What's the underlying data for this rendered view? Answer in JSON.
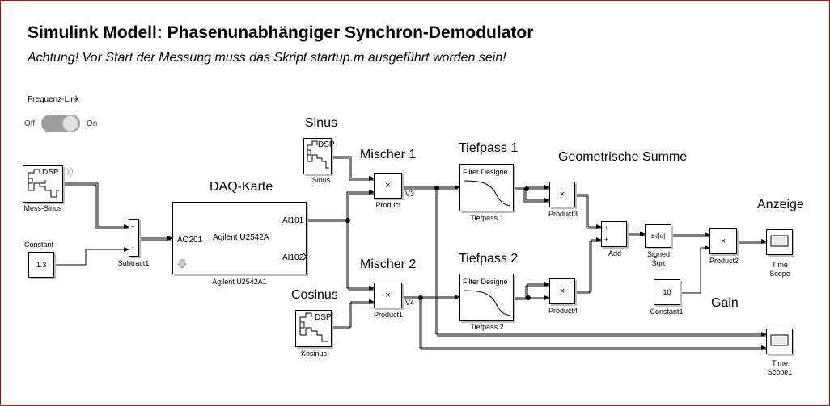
{
  "header": {
    "title": "Simulink Modell: Phasenunabhängiger Synchron-Demodulator",
    "subtitle": "Achtung! Vor Start der Messung muss das Skript startup.m ausgeführt worden sein!"
  },
  "switch": {
    "label": "Frequenz-Link",
    "off": "Off",
    "on": "On"
  },
  "annotations": {
    "sinus": "Sinus",
    "cosinus": "Cosinus",
    "daq": "DAQ-Karte",
    "mischer1": "Mischer 1",
    "mischer2": "Mischer 2",
    "tiefpass1": "Tiefpass 1",
    "tiefpass2": "Tiefpass 2",
    "geo": "Geometrische Summe",
    "anzeige": "Anzeige",
    "gain": "Gain"
  },
  "blocks": {
    "mess_sinus": {
      "name": "Mess-Sinus",
      "icon": "DSP"
    },
    "sinus": {
      "name": "Sinus",
      "icon": "DSP"
    },
    "kosinus": {
      "name": "Kosinus",
      "icon": "DSP"
    },
    "constant": {
      "label": "Constant",
      "value": "1.3"
    },
    "subtract": {
      "name": "Subtract1",
      "signs": [
        "+",
        "-"
      ]
    },
    "daq": {
      "name": "Agilent U2542A1",
      "inner": "Agilent U2542A",
      "in_port": "AO201",
      "out1": "AI101",
      "out2": "AI102"
    },
    "product": {
      "name": "Product",
      "sym": "×"
    },
    "product1": {
      "name": "Product1",
      "sym": "×"
    },
    "tiefpass1": {
      "name": "Tiefpass 1",
      "inner": "Filter Designe"
    },
    "tiefpass2": {
      "name": "Tiefpass 2",
      "inner": "Filter Designe"
    },
    "product3": {
      "name": "Product3",
      "sym": "×"
    },
    "product4": {
      "name": "Product4",
      "sym": "×"
    },
    "add": {
      "name": "Add",
      "signs": [
        "+",
        "+"
      ]
    },
    "sqrt": {
      "name1": "Signed",
      "name2": "Sqrt",
      "inner": "±√|u|"
    },
    "product2": {
      "name": "Product2",
      "sym": "×"
    },
    "constant1": {
      "name": "Constant1",
      "value": "10"
    },
    "scope": {
      "name1": "Time",
      "name2": "Scope"
    },
    "scope1": {
      "name1": "Time",
      "name2": "Scope1"
    }
  },
  "signals": {
    "v3": "V3",
    "v4": "V4"
  }
}
